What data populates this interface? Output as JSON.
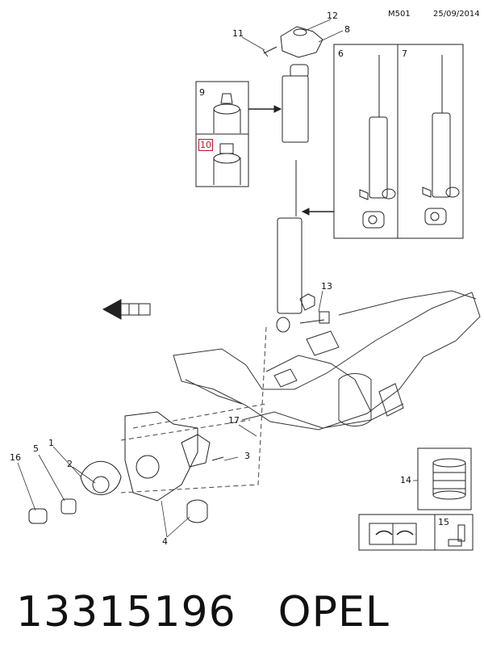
{
  "header": {
    "diagram_code": "M501",
    "date": "25/09/2014"
  },
  "callouts": [
    "1",
    "2",
    "3",
    "4",
    "5",
    "6",
    "7",
    "8",
    "9",
    "10",
    "11",
    "12",
    "13",
    "14",
    "15",
    "16",
    "17"
  ],
  "caption": {
    "part_number": "13315196",
    "brand": "OPEL"
  },
  "icons": {
    "manual": "service-manual-icon",
    "cleaning": "cleaning-agent-icon",
    "direction": "forward-direction-icon"
  }
}
